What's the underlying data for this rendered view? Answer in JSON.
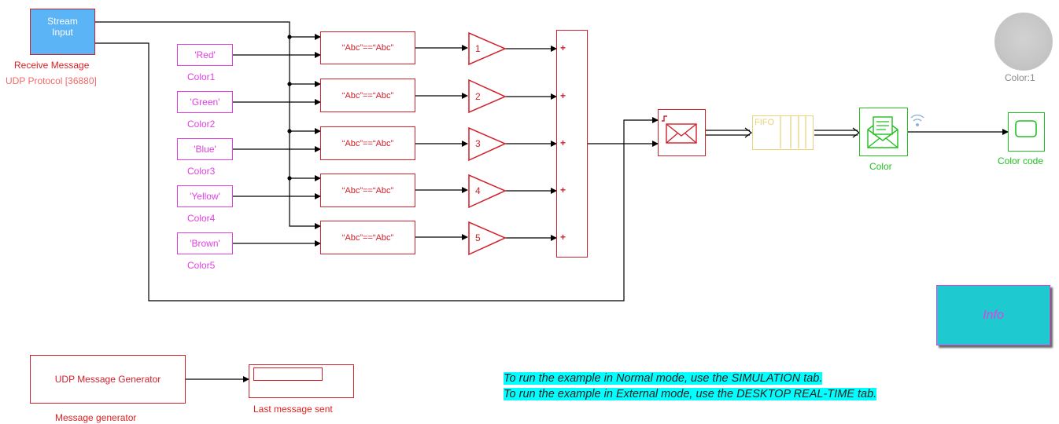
{
  "blocks": {
    "stream_input": {
      "text_line1": "Stream",
      "text_line2": "Input",
      "label": "Receive Message",
      "sublabel": "UDP Protocol [36880]"
    },
    "constants": [
      {
        "value": "'Red'",
        "label": "Color1"
      },
      {
        "value": "'Green'",
        "label": "Color2"
      },
      {
        "value": "'Blue'",
        "label": "Color3"
      },
      {
        "value": "'Yellow'",
        "label": "Color4"
      },
      {
        "value": "'Brown'",
        "label": "Color5"
      }
    ],
    "compare_text": "“Abc”==“Abc”",
    "gains": [
      "1",
      "2",
      "3",
      "4",
      "5"
    ],
    "sum_sign": "+",
    "fifo_label": "FIFO",
    "receive_label": "Color",
    "scope_label": "Color code",
    "lamp_label": "Color:1",
    "info_label": "Info",
    "generator": {
      "text": "UDP Message Generator",
      "label": "Message generator"
    },
    "display_label": "Last message sent"
  },
  "notes": [
    "To run the example in Normal mode, use the SIMULATION tab.",
    "To run the example in External mode, use the DESKTOP REAL-TIME tab."
  ],
  "colors": {
    "block_red": "#d0202a",
    "constant_magenta": "#e040e0",
    "stream_fill": "#5ab4f5",
    "receive_green": "#20c020",
    "fifo_yellow": "#e8d27a",
    "info_fill": "#1ec9cf",
    "note_highlight": "#00ffff"
  }
}
